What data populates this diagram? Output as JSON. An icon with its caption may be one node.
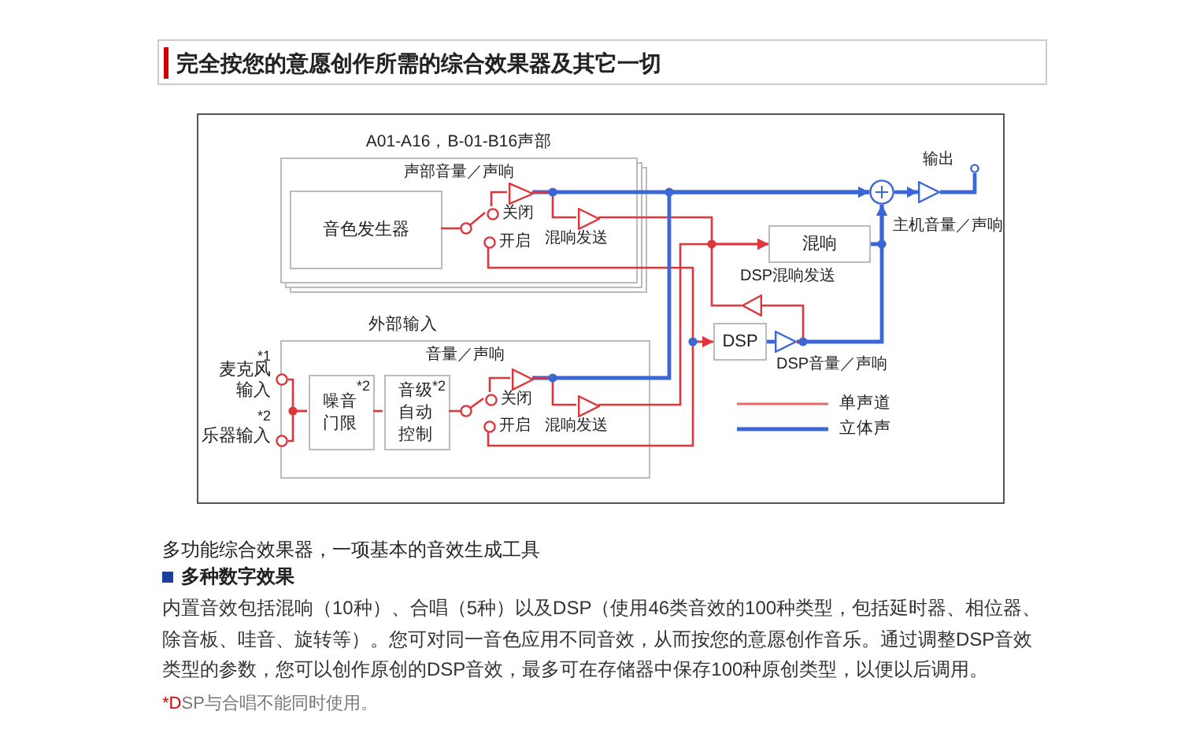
{
  "diagram": {
    "title": "完全按您的意愿创作所需的综合效果器及其它一切",
    "nodes": [
      {
        "text": [
          "A01-A16，B-01-B16声部",
          "声部音量／声响"
        ]
      },
      {
        "text": [
          "音色发生器"
        ],
        "in": 0
      },
      {
        "text": [
          "关闭"
        ],
        "in": 0
      },
      {
        "text": [
          "开启"
        ],
        "in": 0
      },
      {
        "text": [],
        "shape": "triangle",
        "in": 0
      },
      {
        "text": [],
        "shape": "triangle",
        "in": 0,
        "beside": [
          "混响发送"
        ]
      },
      {
        "text": [
          "外部输入",
          "音量／声响"
        ]
      },
      {
        "text": [
          "*1",
          "麦克风输入"
        ]
      },
      {
        "text": [
          "*2",
          "乐器输入"
        ]
      },
      {
        "text": [
          "*2",
          "噪音门限"
        ],
        "in": 6
      },
      {
        "text": [
          "音级自动控制",
          "*2"
        ],
        "in": 6
      },
      {
        "text": [
          "关闭"
        ],
        "in": 6
      },
      {
        "text": [
          "开启"
        ],
        "in": 6
      },
      {
        "text": [],
        "shape": "triangle",
        "in": 6
      },
      {
        "text": [],
        "shape": "triangle",
        "in": 6,
        "beside": [
          "混响发送"
        ]
      },
      {
        "text": [
          "混响"
        ]
      },
      {
        "text": [
          "DSP"
        ]
      },
      {
        "text": [],
        "shape": "triangle",
        "beside": [
          "DSP混响发送"
        ]
      },
      {
        "text": [],
        "shape": "triangle",
        "beside": [
          "DSP音量／声响"
        ]
      },
      {
        "text": [],
        "shape": "circle"
      },
      {
        "text": [],
        "shape": "triangle",
        "beside": [
          "主机音量／声响"
        ]
      },
      {
        "text": [],
        "shape": "circle",
        "beside": [
          "输出"
        ]
      }
    ],
    "edges": [
      {
        "from": 1,
        "to": 2,
        "arrow": "none"
      },
      {
        "from": 2,
        "to": 4,
        "arrow": "none"
      },
      {
        "from": 4,
        "to": 19,
        "arrow": "to",
        "color": "#3a66d6"
      },
      {
        "from": 4,
        "to": 5,
        "arrow": "none"
      },
      {
        "from": 5,
        "to": 15,
        "arrow": "to"
      },
      {
        "from": 3,
        "to": 16,
        "arrow": "to"
      },
      {
        "from": 7,
        "to": 9,
        "arrow": "none"
      },
      {
        "from": 8,
        "to": 9,
        "arrow": "none"
      },
      {
        "from": 9,
        "to": 10,
        "arrow": "none"
      },
      {
        "from": 10,
        "to": 11,
        "arrow": "none"
      },
      {
        "from": 11,
        "to": 13,
        "arrow": "none"
      },
      {
        "from": 13,
        "to": 19,
        "arrow": "to",
        "color": "#3a66d6"
      },
      {
        "from": 13,
        "to": 14,
        "arrow": "none"
      },
      {
        "from": 14,
        "to": 15,
        "arrow": "to"
      },
      {
        "from": 12,
        "to": 16,
        "arrow": "to"
      },
      {
        "from": 15,
        "to": 19,
        "arrow": "to",
        "color": "#3a66d6"
      },
      {
        "from": 18,
        "to": 19,
        "arrow": "to",
        "color": "#3a66d6"
      },
      {
        "from": 16,
        "to": 18,
        "arrow": "none",
        "color": "#3a66d6"
      },
      {
        "from": 18,
        "to": 17,
        "arrow": "none"
      },
      {
        "from": 17,
        "to": 15,
        "arrow": "to"
      },
      {
        "from": 19,
        "to": 20,
        "arrow": "to",
        "color": "#3a66d6"
      },
      {
        "from": 20,
        "to": 21,
        "arrow": "none",
        "color": "#3a66d6"
      }
    ],
    "labels": [
      "多功能综合效果器，一项基本的音效生成工具",
      "多种数字效果",
      "内置音效包括混响（10种）、合唱（5种）以及DSP（使用46类音效的100种类型，包括延时器、相位器、除音板、哇音、旋转等）。您可对同一音色应用不同音效，从而按您的意愿创作音乐。通过调整DSP音效类型的参数，您可以创作原创的DSP音效，最多可在存储器中保存100种原创类型，以便以后调用。",
      "*DSP与合唱不能同时使用。"
    ],
    "legend": [
      {
        "text": "单声道"
      },
      {
        "text": "立体声"
      }
    ]
  }
}
